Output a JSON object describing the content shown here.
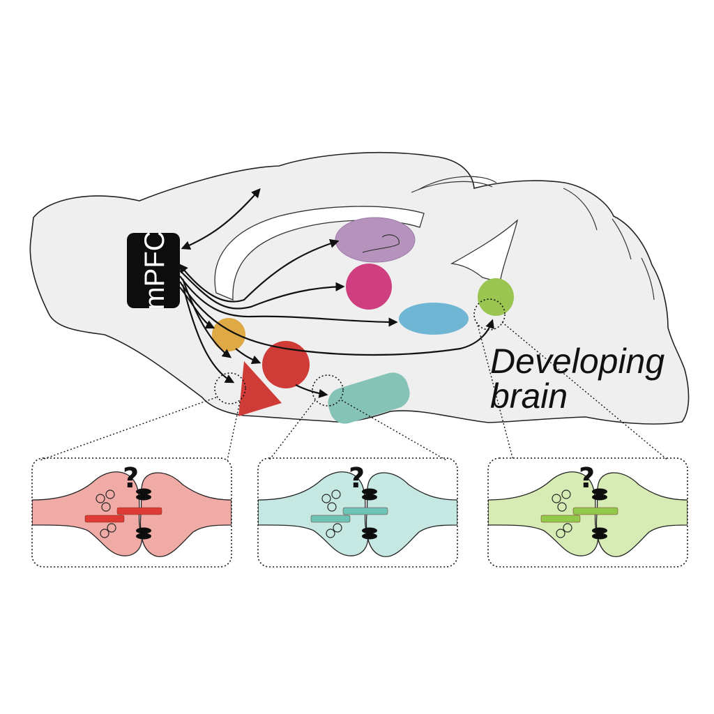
{
  "labels": {
    "mpfc": "mPFC",
    "developing_line1": "Developing",
    "developing_line2": "brain",
    "question_mark": "?"
  },
  "colors": {
    "brain_fill": "#efefef",
    "outline": "#222222",
    "region_purple": "#b593bd",
    "region_magenta": "#cf3f7f",
    "region_blue": "#6eb6d3",
    "region_green": "#9ac550",
    "region_yellow": "#dfaa45",
    "region_red": "#cf3b36",
    "region_teal": "#84c3b5",
    "synapse_red_fill": "#f0aba7",
    "synapse_red_bar": "#dd3b33",
    "synapse_teal_fill": "#c5e8e3",
    "synapse_teal_bar": "#6cc3b6",
    "synapse_green_fill": "#d6ecb4",
    "synapse_green_bar": "#93c94b"
  },
  "insets": [
    {
      "name": "red-synapse",
      "fill_key": "synapse_red_fill",
      "bar_key": "synapse_red_bar"
    },
    {
      "name": "teal-synapse",
      "fill_key": "synapse_teal_fill",
      "bar_key": "synapse_teal_bar"
    },
    {
      "name": "green-synapse",
      "fill_key": "synapse_green_fill",
      "bar_key": "synapse_green_bar"
    }
  ]
}
